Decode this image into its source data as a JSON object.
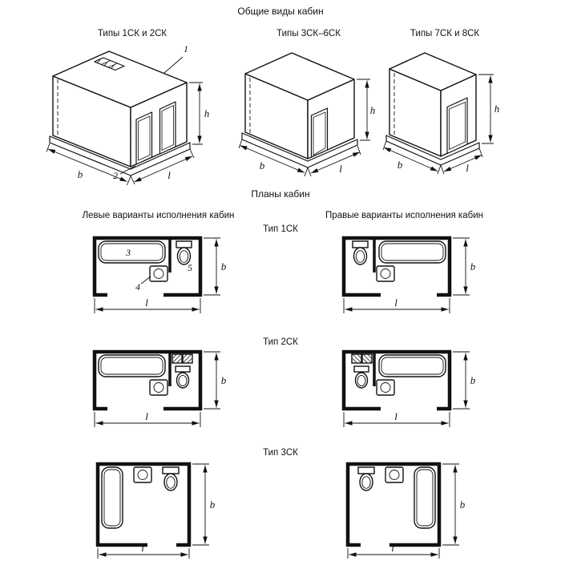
{
  "page": {
    "title": "Общие виды кабин",
    "plans_title": "Планы кабин"
  },
  "views": [
    {
      "caption": "Типы 1СК и 2СК"
    },
    {
      "caption": "Типы 3СК–6СК"
    },
    {
      "caption": "Типы 7СК и 8СК"
    }
  ],
  "plan_headers": {
    "left": "Левые варианты исполнения кабин",
    "right": "Правые варианты исполнения кабин"
  },
  "plan_rows": [
    {
      "label": "Тип 1СК"
    },
    {
      "label": "Тип 2СК"
    },
    {
      "label": "Тип 3СК"
    }
  ],
  "dimensions": {
    "height": "h",
    "width": "b",
    "length": "l"
  },
  "callouts": {
    "cabin": "1",
    "base": "2",
    "bath": "3",
    "sink": "4",
    "toilet": "5"
  }
}
